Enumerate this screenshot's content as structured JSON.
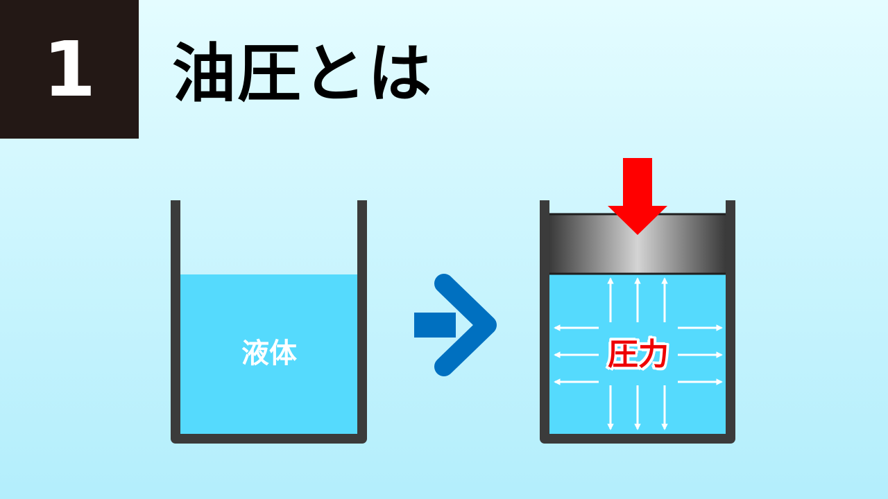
{
  "header": {
    "number": "1",
    "title": "油圧とは"
  },
  "diagram": {
    "liquid_label": "液体",
    "pressure_label": "圧力"
  },
  "colors": {
    "badge": "#231815",
    "liquid": "#55dafd",
    "container": "#3b3b3b",
    "arrow": "#0070c0",
    "force": "#ff0000",
    "pressure_text": "#ee0000"
  }
}
